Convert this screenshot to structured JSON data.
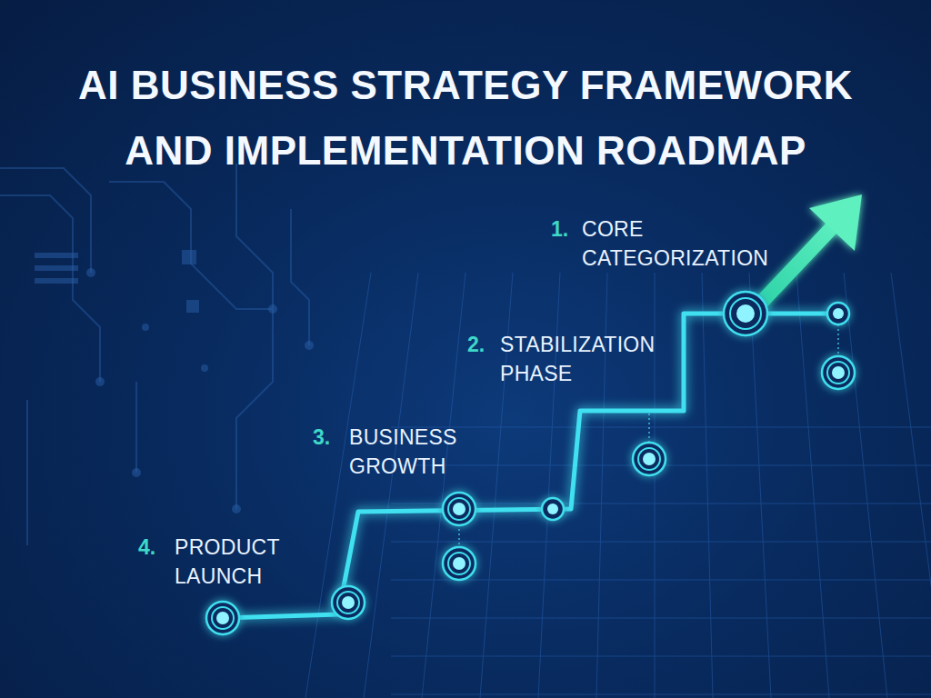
{
  "diagram": {
    "title": "AI BUSINESS STRATEGY FRAMEWORK AND IMPLEMENTATION ROADMAP",
    "labels": [
      "1.",
      "CORE CATEGORIZATION",
      "2.",
      "STABILIZATION PHASE",
      "3.",
      "BUSINESS GROWTH",
      "4.",
      "PRODUCT LAUNCH"
    ]
  }
}
